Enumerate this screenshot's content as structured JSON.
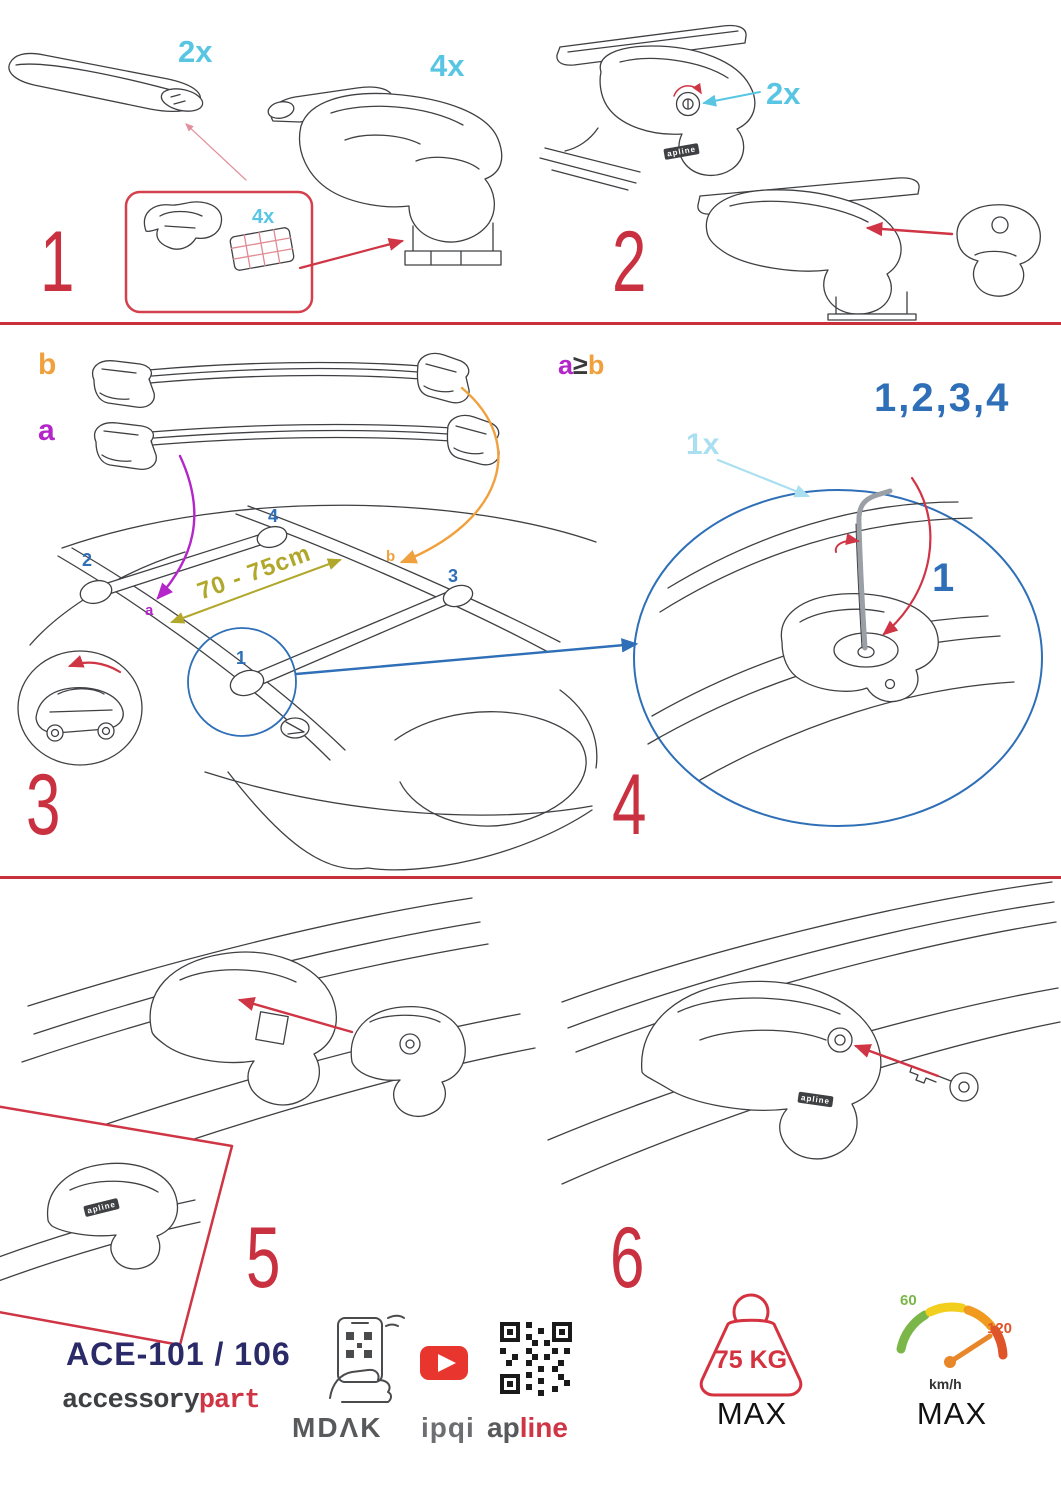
{
  "colors": {
    "red_accent": "#cf3544",
    "step_number_red": "#c93140",
    "cyan": "#58c6e3",
    "light_cyan": "#a9dff0",
    "blue": "#2e6fb7",
    "purple": "#b426c9",
    "orange": "#f0a03c",
    "olive": "#b1a72b",
    "navy": "#2b2a68",
    "gray": "#58595b",
    "green": "#7ab648",
    "speed_red": "#e0542a"
  },
  "steps": {
    "s1": {
      "num": "1",
      "bar_qty": "2x",
      "foot_qty": "4x",
      "pad_qty": "4x"
    },
    "s2": {
      "num": "2",
      "lock_qty": "2x",
      "brand": "apline"
    },
    "s3": {
      "num": "3",
      "label_b": "b",
      "label_a": "a",
      "rule_a": "a",
      "rule_op": "≥",
      "rule_b": "b",
      "distance": "70 - 75cm",
      "pos1": "1",
      "pos2": "2",
      "pos3": "3",
      "pos4": "4",
      "roof_a": "a",
      "roof_b": "b"
    },
    "s4": {
      "num": "4",
      "sequence": "1,2,3,4",
      "tool_qty": "1x",
      "first": "1"
    },
    "s5": {
      "num": "5",
      "brand": "apline"
    },
    "s6": {
      "num": "6",
      "brand": "apline"
    }
  },
  "footer": {
    "model": "ACE-101 / 106",
    "brand_gray": "accessory",
    "brand_red": "part",
    "partner1": "MDΛK",
    "partner2": "ipqi",
    "partner3_gray": "ap",
    "partner3_red": "line",
    "max_load": "75 KG",
    "max_load_label": "MAX",
    "speed_min": "60",
    "speed_max_val": "120",
    "speed_unit": "km/h",
    "speed_label": "MAX"
  }
}
